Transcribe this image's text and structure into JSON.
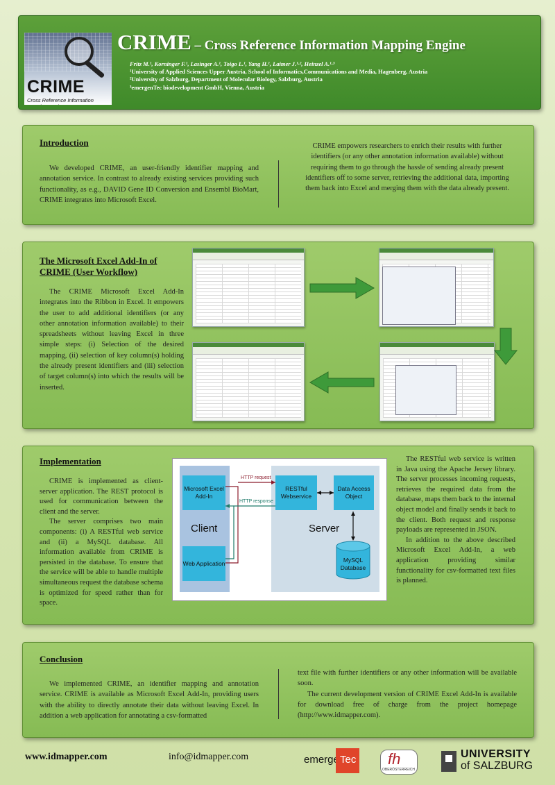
{
  "header": {
    "logo_word": "CRIME",
    "logo_sub": "Cross Reference Information Mapping Engine",
    "title_main": "CRIME",
    "title_rest": " – Cross Reference Information Mapping Engine",
    "authors": "Fritz M.¹, Korninger F.¹, Lasinger A.¹, Toigo L.¹, Yang H.¹, Laimer J.¹·², Heinzel A.¹·³",
    "affil1": "¹University of Applied Sciences Upper Austria, School of Informatics,Communications and Media, Hagenberg, Austria",
    "affil2": "²University of Salzburg, Department of Molecular Biology, Salzburg, Austria",
    "affil3": "³emergenTec biodevelopment GmbH, Vienna, Austria"
  },
  "introduction": {
    "heading": "Introduction",
    "left": "We developed CRIME, an user-friendly identifier mapping and annotation service. In contrast to already existing services providing such functionality, as e.g., DAVID Gene ID Conversion and Ensembl BioMart, CRIME integrates into Microsoft Excel.",
    "right": "CRIME empowers researchers to enrich their results with further identifiers (or any other annotation information available) without requiring them to go through the hassle of sending already present identifiers off to some server, retrieving the additional data, importing them back into Excel and merging them with the data already present."
  },
  "excel": {
    "heading": "The Microsoft Excel Add-In of CRIME (User Workflow)",
    "text": "The CRIME Microsoft Excel Add-In integrates into the Ribbon in Excel. It empowers the user to add additional identifiers (or any other annotation information available) to their spreadsheets without leaving Excel in three simple steps: (i) Selection of the desired mapping, (ii) selection of key column(s) holding the already present identifiers and (iii) selection of target column(s) into which the results will be inserted."
  },
  "implementation": {
    "heading": "Implementation",
    "p1": "CRIME is implemented as client-server application. The REST protocol is used for communication between the client and the server.",
    "p2": "The server comprises two main components: (i) A RESTful web service and (ii) a MySQL database. All information available from CRIME is persisted in the database. To ensure that the service will be able to handle multiple simultaneous request the database schema is optimized for speed rather than for space.",
    "r1": "The RESTful web service is written in Java using the Apache Jersey library. The server processes incoming requests, retrieves the required data from the database, maps them back to the internal object model and finally sends it back to the client. Both request and response payloads are represented in JSON.",
    "r2": "In addition to the above described Microsoft Excel Add-In, a web application providing similar functionality for csv-formatted text files is planned.",
    "diagram": {
      "excel_addin": "Microsoft Excel Add-In",
      "restful": "RESTful Webservice",
      "dao": "Data Access Object",
      "client": "Client",
      "server": "Server",
      "webapp": "Web Application",
      "mysql": "MySQL Database",
      "http_request": "HTTP request",
      "http_response": "HTTP response"
    }
  },
  "conclusion": {
    "heading": "Conclusion",
    "left": "We implemented CRIME, an identifier mapping and annotation service. CRIME is available as Microsoft Excel Add-In, providing users with the ability to directly annotate their data without leaving Excel. In addition a web application for annotating a csv-formatted",
    "right1": "text file with further identifiers or any other information will be available soon.",
    "right2": "The current development version of CRIME Excel Add-In is available for download free of charge from the project homepage (http://www.idmapper.com)."
  },
  "footer": {
    "url": "www.idmapper.com",
    "email": "info@idmapper.com",
    "logo_emergen": "emergen",
    "logo_tec": "Tec",
    "logo_fh": "fh",
    "logo_fh_sub": "OBERÖSTERREICH",
    "logo_uni1": "UNIVERSITY",
    "logo_uni2": "of SALZBURG"
  }
}
